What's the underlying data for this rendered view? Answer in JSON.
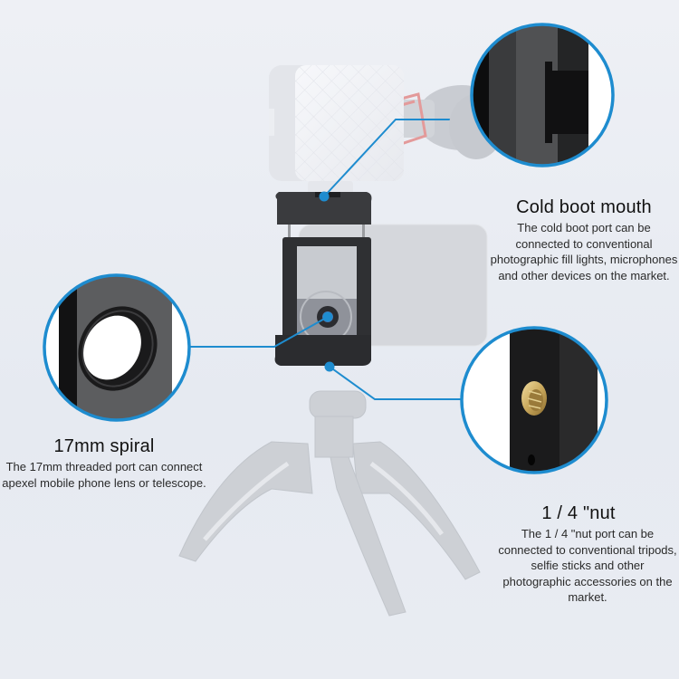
{
  "colors": {
    "accent": "#1e8ccf",
    "background": "#eceff4",
    "text": "#222222"
  },
  "features": [
    {
      "id": "cold-boot-mouth",
      "title": "Cold boot mouth",
      "description": "The cold boot port can be connected to conventional photographic fill lights, microphones and other devices on the market."
    },
    {
      "id": "17mm-spiral",
      "title": "17mm spiral",
      "description": "The 17mm threaded port can connect apexel mobile phone lens or telescope."
    },
    {
      "id": "quarter-inch-nut",
      "title": "1 / 4 \"nut",
      "description": "The 1 / 4 \"nut port can be connected to conventional tripods, selfie sticks and other photographic accessories on the market."
    }
  ],
  "product": {
    "items": [
      "fill-light",
      "microphone",
      "phone-clamp",
      "smartphone",
      "tripod"
    ]
  }
}
